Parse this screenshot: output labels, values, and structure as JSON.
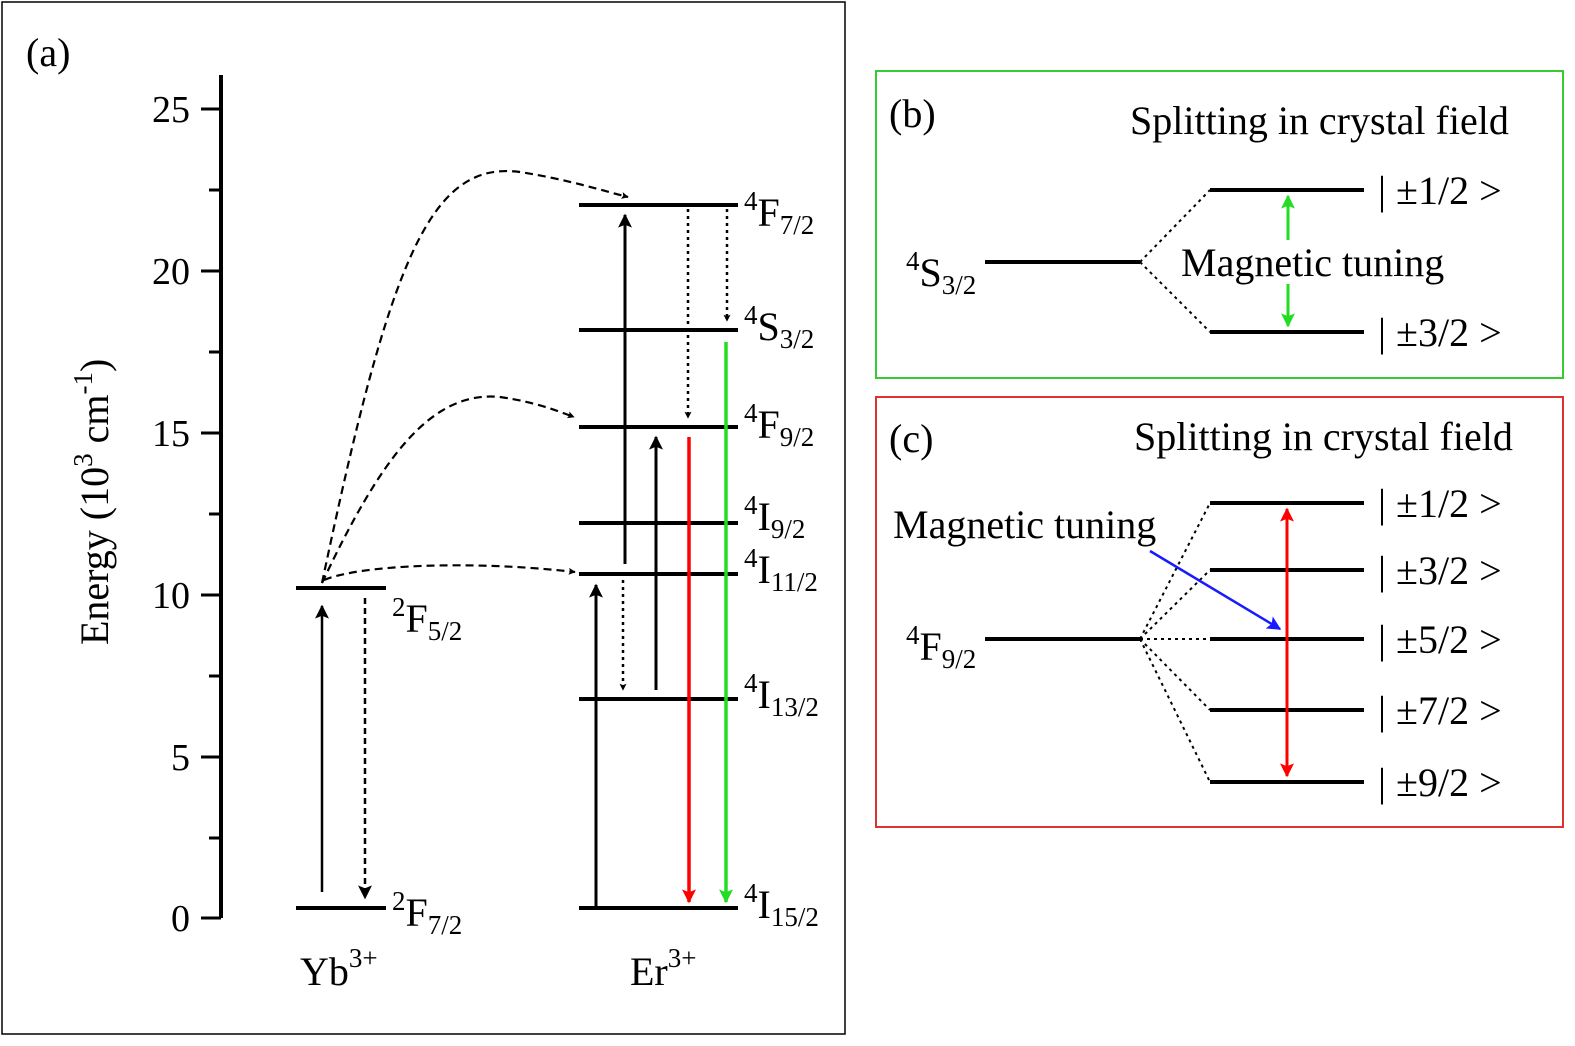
{
  "panel_a": {
    "label": "(a)",
    "y_axis": {
      "title": "Energy (10",
      "title_sup": "3",
      "title_mid": " cm",
      "title_sup2": "-1",
      "title_end": ")",
      "ticks": [
        "0",
        "5",
        "10",
        "15",
        "20",
        "25"
      ]
    },
    "ions": {
      "yb": "Yb",
      "yb_sup": "3+",
      "er": "Er",
      "er_sup": "3+"
    },
    "yb_levels": {
      "f52": {
        "pre": "2",
        "main": "F",
        "sub": "5/2"
      },
      "f72": {
        "pre": "2",
        "main": "F",
        "sub": "7/2"
      }
    },
    "er_levels": {
      "f72": {
        "pre": "4",
        "main": "F",
        "sub": "7/2"
      },
      "s32": {
        "pre": "4",
        "main": "S",
        "sub": "3/2"
      },
      "f92": {
        "pre": "4",
        "main": "F",
        "sub": "9/2"
      },
      "i92": {
        "pre": "4",
        "main": "I",
        "sub": "9/2"
      },
      "i112": {
        "pre": "4",
        "main": "I",
        "sub": "11/2"
      },
      "i132": {
        "pre": "4",
        "main": "I",
        "sub": "13/2"
      },
      "i152": {
        "pre": "4",
        "main": "I",
        "sub": "15/2"
      }
    }
  },
  "panel_b": {
    "label": "(b)",
    "title": "Splitting in crystal field",
    "level": {
      "pre": "4",
      "main": "S",
      "sub": "3/2"
    },
    "states": [
      "| ±1/2 >",
      "| ±3/2 >"
    ],
    "tuning": "Magnetic tuning",
    "border_color": "#33cc33"
  },
  "panel_c": {
    "label": "(c)",
    "title": "Splitting in crystal field",
    "level": {
      "pre": "4",
      "main": "F",
      "sub": "9/2"
    },
    "states": [
      "| ±1/2 >",
      "| ±3/2 >",
      "| ±5/2 >",
      "| ±7/2 >",
      "| ±9/2 >"
    ],
    "tuning": "Magnetic tuning",
    "border_color": "#dd3333"
  },
  "colors": {
    "red": "#ff0000",
    "green": "#22dd22",
    "blue": "#1a1aff",
    "black": "#000000"
  }
}
